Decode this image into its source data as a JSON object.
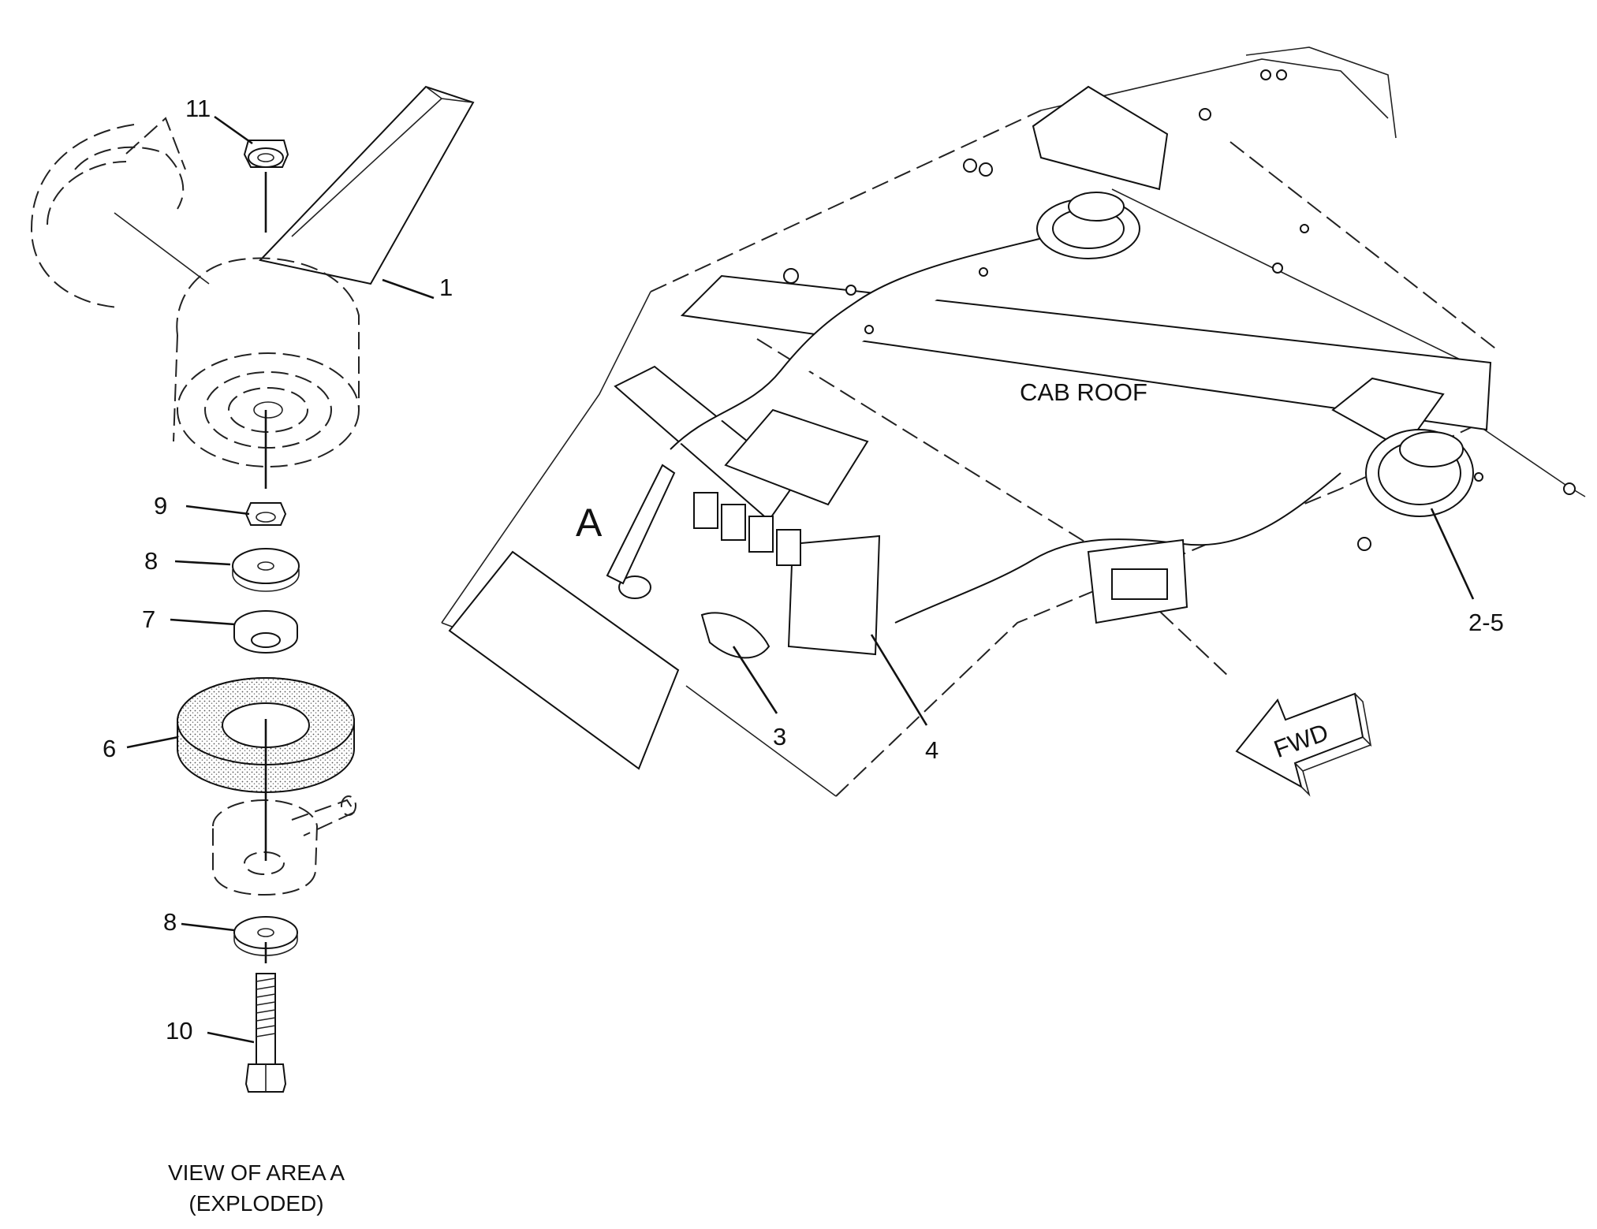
{
  "callouts": {
    "c1": "1",
    "c2_5": "2-5",
    "c3": "3",
    "c4": "4",
    "c6": "6",
    "c7": "7",
    "c8a": "8",
    "c8b": "8",
    "c9": "9",
    "c10": "10",
    "c11": "11"
  },
  "area_marker": "A",
  "cab_roof_label": "CAB ROOF",
  "fwd_label": "FWD",
  "caption": {
    "line1": "VIEW OF AREA  A",
    "line2": "(EXPLODED)"
  }
}
